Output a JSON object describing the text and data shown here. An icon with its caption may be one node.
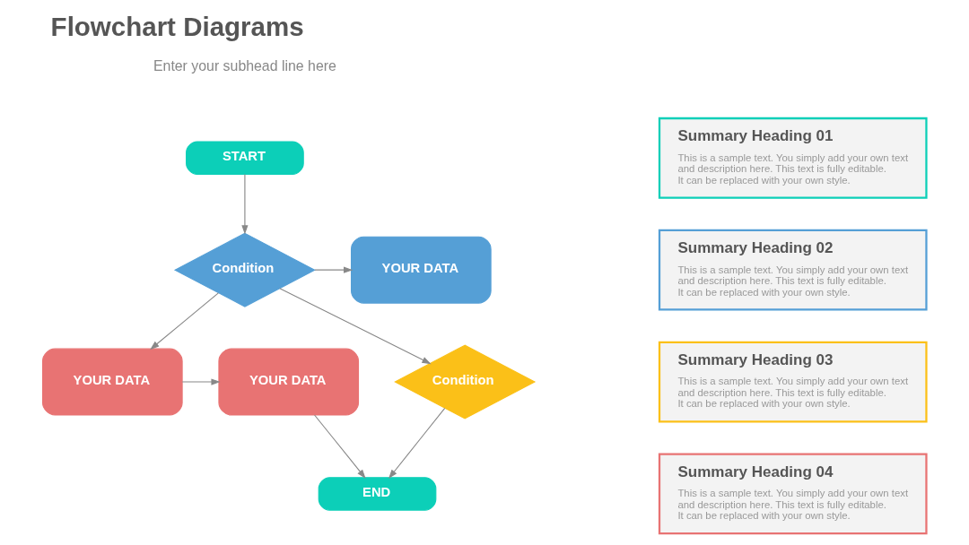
{
  "diagram": {
    "title": "Flowchart Diagrams",
    "nodes": [
      {
        "text": [
          "START"
        ]
      },
      {
        "text": [
          "Condition"
        ]
      },
      {
        "text": [
          "YOUR DATA"
        ]
      },
      {
        "text": [
          "YOUR DATA"
        ]
      },
      {
        "text": [
          "YOUR DATA"
        ]
      },
      {
        "text": [
          "Condition"
        ]
      },
      {
        "text": [
          "END"
        ]
      },
      {
        "text": [
          "Summary Heading 01",
          "This is a sample text. You simply add your own text and description here. This text is fully editable. It can be replaced with your own style."
        ]
      },
      {
        "text": [
          "Summary Heading 02",
          "This is a sample text. You simply add your own text and description here. This text is fully editable. It can be replaced with your own style."
        ]
      },
      {
        "text": [
          "Summary Heading 03",
          "This is a sample text. You simply add your own text and description here. This text is fully editable. It can be replaced with your own style."
        ]
      },
      {
        "text": [
          "Summary Heading 04",
          "This is a sample text. You simply add your own text and description here. This text is fully editable. It can be replaced with your own style."
        ]
      }
    ],
    "edges": [
      {
        "from": 0,
        "to": 1,
        "arrow": "to"
      },
      {
        "from": 1,
        "to": 2,
        "arrow": "to"
      },
      {
        "from": 1,
        "to": 5,
        "arrow": "to"
      },
      {
        "from": 1,
        "to": 3,
        "arrow": "to"
      },
      {
        "from": 3,
        "to": 4,
        "arrow": "to"
      },
      {
        "from": 4,
        "to": 6,
        "arrow": "to"
      },
      {
        "from": 5,
        "to": 6,
        "arrow": "to"
      }
    ],
    "labels": [
      "Enter your subhead line here"
    ]
  }
}
